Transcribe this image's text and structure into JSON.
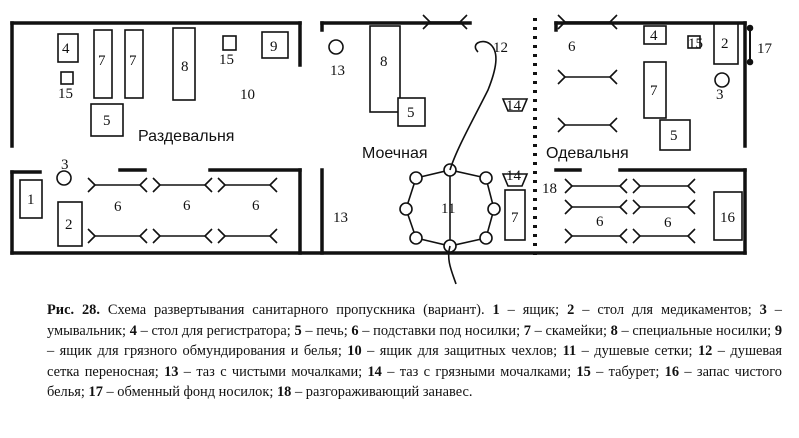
{
  "rooms": {
    "undressing": "Раздевальня",
    "washing": "Моечная",
    "dressing": "Одевальня"
  },
  "labels": {
    "n1": "1",
    "n2": "2",
    "n3": "3",
    "n4": "4",
    "n5": "5",
    "n6": "6",
    "n7": "7",
    "n8": "8",
    "n9": "9",
    "n10": "10",
    "n11": "11",
    "n12": "12",
    "n13": "13",
    "n14": "14",
    "n15": "15",
    "n16": "16",
    "n17": "17",
    "n18": "18"
  },
  "caption": {
    "fig_label": "Рис. 28.",
    "title": "Схема развертывания санитарного пропускника (вариант).",
    "items": [
      {
        "num": "1",
        "text": "ящик"
      },
      {
        "num": "2",
        "text": "стол для медикаментов"
      },
      {
        "num": "3",
        "text": "умывальник"
      },
      {
        "num": "4",
        "text": "стол для регистратора"
      },
      {
        "num": "5",
        "text": "печь"
      },
      {
        "num": "6",
        "text": "подставки под носилки"
      },
      {
        "num": "7",
        "text": "скамейки"
      },
      {
        "num": "8",
        "text": "специальные носилки"
      },
      {
        "num": "9",
        "text": "ящик для грязного обмундирования и белья"
      },
      {
        "num": "10",
        "text": "ящик для защитных чехлов"
      },
      {
        "num": "11",
        "text": "душевые сетки"
      },
      {
        "num": "12",
        "text": "душевая сетка переносная"
      },
      {
        "num": "13",
        "text": "таз с чистыми мочалками"
      },
      {
        "num": "14",
        "text": "таз с грязными мочалками"
      },
      {
        "num": "15",
        "text": "табурет"
      },
      {
        "num": "16",
        "text": "запас чистого белья"
      },
      {
        "num": "17",
        "text": "обменный фонд носилок"
      },
      {
        "num": "18",
        "text": "разгораживающий занавес"
      }
    ]
  }
}
